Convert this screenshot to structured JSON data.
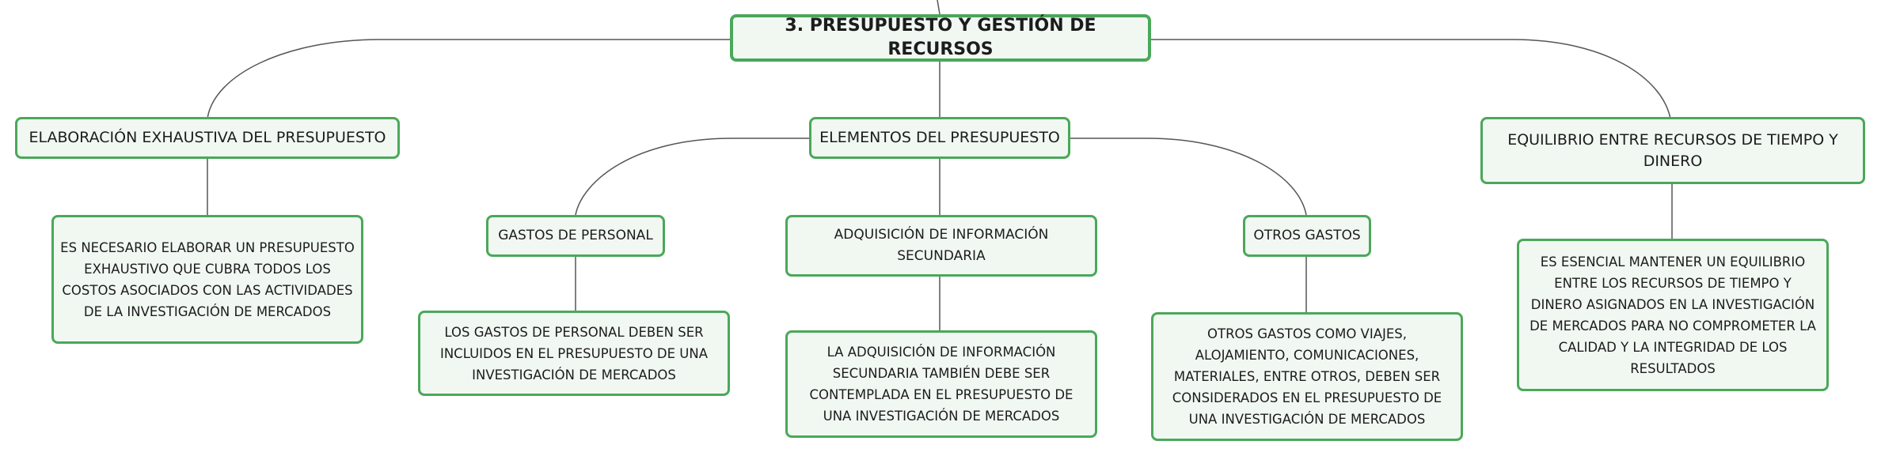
{
  "colors": {
    "border": "#4aa85a",
    "fill": "#f1f8f2",
    "line": "#555555",
    "text": "#1c1c1c"
  },
  "root": {
    "label": "3. PRESUPUESTO Y GESTIÓN DE RECURSOS"
  },
  "branches": {
    "elaboracion": {
      "label": "ELABORACIÓN EXHAUSTIVA DEL PRESUPUESTO",
      "detail": "ES NECESARIO ELABORAR UN PRESUPUESTO EXHAUSTIVO QUE CUBRA TODOS LOS COSTOS ASOCIADOS CON LAS ACTIVIDADES DE LA INVESTIGACIÓN DE MERCADOS"
    },
    "elementos": {
      "label": "ELEMENTOS DEL PRESUPUESTO",
      "children": {
        "personal": {
          "label": "GASTOS DE PERSONAL",
          "detail": "LOS GASTOS DE PERSONAL DEBEN SER INCLUIDOS EN EL PRESUPUESTO DE UNA INVESTIGACIÓN DE MERCADOS"
        },
        "adquisicion": {
          "label": "ADQUISICIÓN DE INFORMACIÓN SECUNDARIA",
          "detail": "LA ADQUISICIÓN DE INFORMACIÓN SECUNDARIA TAMBIÉN DEBE SER CONTEMPLADA EN EL PRESUPUESTO DE UNA INVESTIGACIÓN DE MERCADOS"
        },
        "otros": {
          "label": "OTROS GASTOS",
          "detail": "OTROS GASTOS COMO VIAJES, ALOJAMIENTO, COMUNICACIONES, MATERIALES, ENTRE OTROS, DEBEN SER CONSIDERADOS EN EL PRESUPUESTO DE UNA INVESTIGACIÓN DE MERCADOS"
        }
      }
    },
    "equilibrio": {
      "label": "EQUILIBRIO ENTRE RECURSOS DE TIEMPO Y DINERO",
      "detail": "ES ESENCIAL MANTENER UN EQUILIBRIO ENTRE LOS RECURSOS DE TIEMPO Y DINERO ASIGNADOS EN LA INVESTIGACIÓN DE MERCADOS PARA NO COMPROMETER LA CALIDAD Y LA INTEGRIDAD DE LOS RESULTADOS"
    }
  }
}
